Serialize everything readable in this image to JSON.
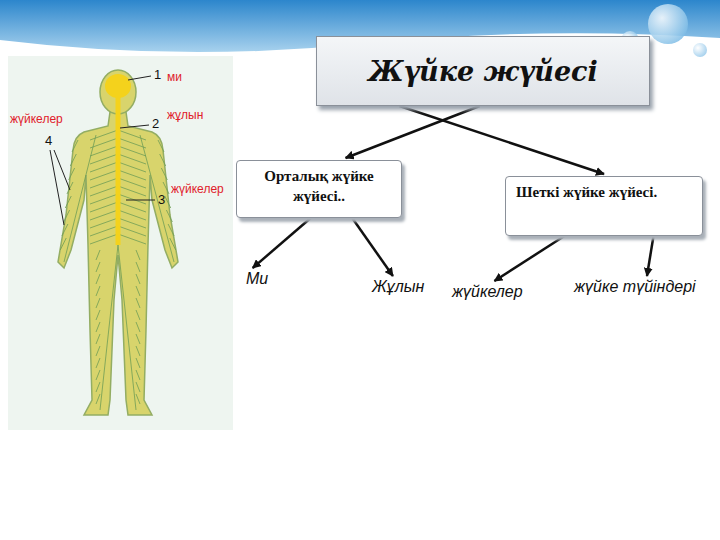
{
  "diagram": {
    "nodes": [
      {
        "text": [
          "Жүйке жүйесі"
        ]
      },
      {
        "text": [
          "Орталық жүйке жүйесі.."
        ]
      },
      {
        "text": [
          "Шеткі жүйке жүйесі."
        ]
      },
      {
        "text": [
          "Ми"
        ]
      },
      {
        "text": [
          "Жұлын"
        ]
      },
      {
        "text": [
          "жүйкелер"
        ]
      },
      {
        "text": [
          "жүйке түйіндері"
        ]
      }
    ],
    "edges": [
      {
        "from": 0,
        "to": 1,
        "arrow": "to"
      },
      {
        "from": 0,
        "to": 2,
        "arrow": "to"
      },
      {
        "from": 1,
        "to": 3,
        "arrow": "to"
      },
      {
        "from": 1,
        "to": 4,
        "arrow": "to"
      },
      {
        "from": 2,
        "to": 5,
        "arrow": "to"
      },
      {
        "from": 2,
        "to": 6,
        "arrow": "to"
      }
    ],
    "labels": [
      "1",
      "ми",
      "2",
      "жұлын",
      "жүйкелер",
      "4",
      "3",
      "жүйкелер"
    ]
  }
}
